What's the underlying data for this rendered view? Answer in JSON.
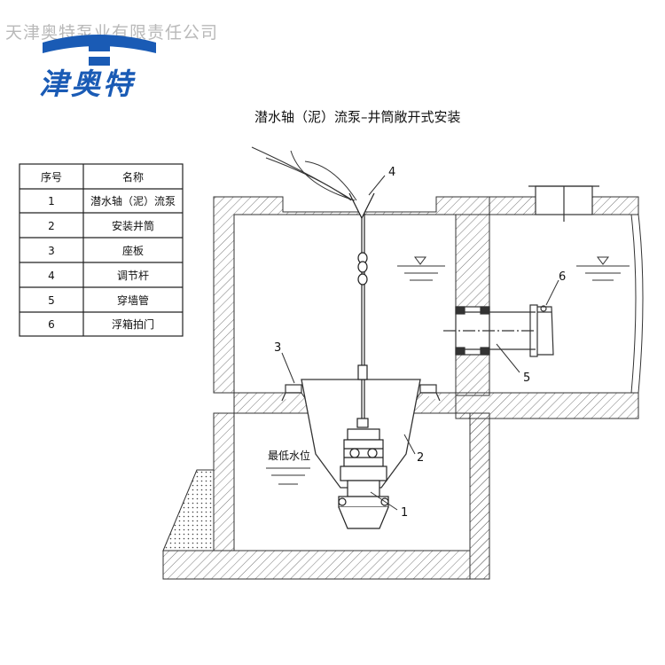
{
  "watermark": "天津奥特泵业有限责任公司",
  "logo_text": "津奥特",
  "title": "潜水轴（泥）流泵–井筒敞开式安装",
  "table": {
    "headers": [
      "序号",
      "名称"
    ],
    "rows": [
      {
        "no": "1",
        "name": "潜水轴（泥）流泵"
      },
      {
        "no": "2",
        "name": "安装井筒"
      },
      {
        "no": "3",
        "name": "座板"
      },
      {
        "no": "4",
        "name": "调节杆"
      },
      {
        "no": "5",
        "name": "穿墙管"
      },
      {
        "no": "6",
        "name": "浮箱拍门"
      }
    ]
  },
  "callouts": [
    "1",
    "2",
    "3",
    "4",
    "5",
    "6"
  ],
  "min_water_label": "最低水位",
  "colors": {
    "logo_blue": "#1a5bb5",
    "line": "#333333",
    "watermark": "#b9b9b9"
  }
}
